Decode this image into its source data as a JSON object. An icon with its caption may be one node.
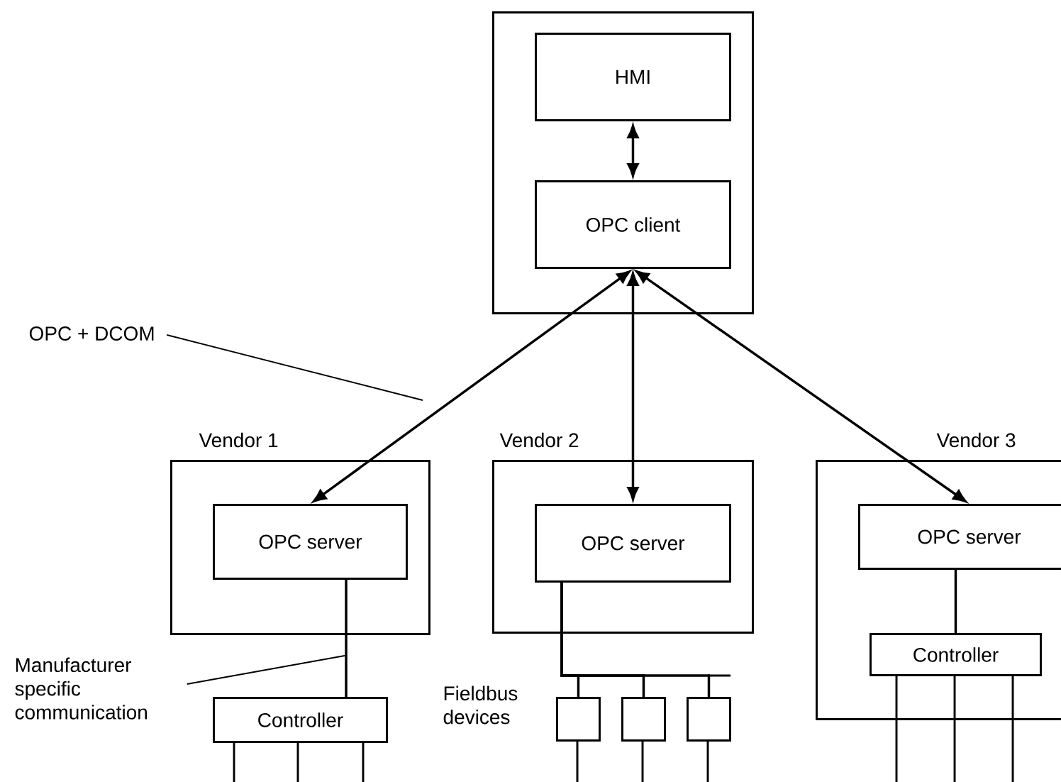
{
  "diagram": {
    "nodes": [
      {
        "text": [],
        "shape": "box"
      },
      {
        "text": [
          "HMI"
        ],
        "in": 0
      },
      {
        "text": [
          "OPC client"
        ],
        "in": 0
      },
      {
        "text": [
          "Vendor 1"
        ]
      },
      {
        "text": [
          "OPC server"
        ],
        "in": 3
      },
      {
        "text": [
          "Controller"
        ]
      },
      {
        "text": [
          "Vendor 2"
        ]
      },
      {
        "text": [
          "OPC server"
        ],
        "in": 6
      },
      {
        "text": [],
        "shape": "box"
      },
      {
        "text": [],
        "shape": "box"
      },
      {
        "text": [],
        "shape": "box"
      },
      {
        "text": [
          "Vendor 3"
        ]
      },
      {
        "text": [
          "OPC server"
        ],
        "in": 11
      },
      {
        "text": [
          "Controller"
        ],
        "in": 11
      },
      {
        "text": [
          "OPC + DCOM"
        ]
      },
      {
        "text": [
          "Manufacturer specific communication"
        ]
      }
    ],
    "edges": [
      {
        "from": 1,
        "to": 2,
        "arrow": "both"
      },
      {
        "from": 2,
        "to": 4,
        "arrow": "both"
      },
      {
        "from": 2,
        "to": 7,
        "arrow": "both"
      },
      {
        "from": 2,
        "to": 12,
        "arrow": "both"
      },
      {
        "from": 4,
        "to": 5,
        "arrow": "none"
      },
      {
        "from": 7,
        "to": 8,
        "arrow": "none"
      },
      {
        "from": 7,
        "to": 9,
        "arrow": "none"
      },
      {
        "from": 7,
        "to": 10,
        "arrow": "none"
      },
      {
        "from": 12,
        "to": 13,
        "arrow": "none"
      },
      {
        "from": 14,
        "to": null,
        "arrow": "none"
      },
      {
        "from": 15,
        "to": null,
        "arrow": "none"
      }
    ],
    "labels": [
      "Fieldbus devices"
    ]
  }
}
